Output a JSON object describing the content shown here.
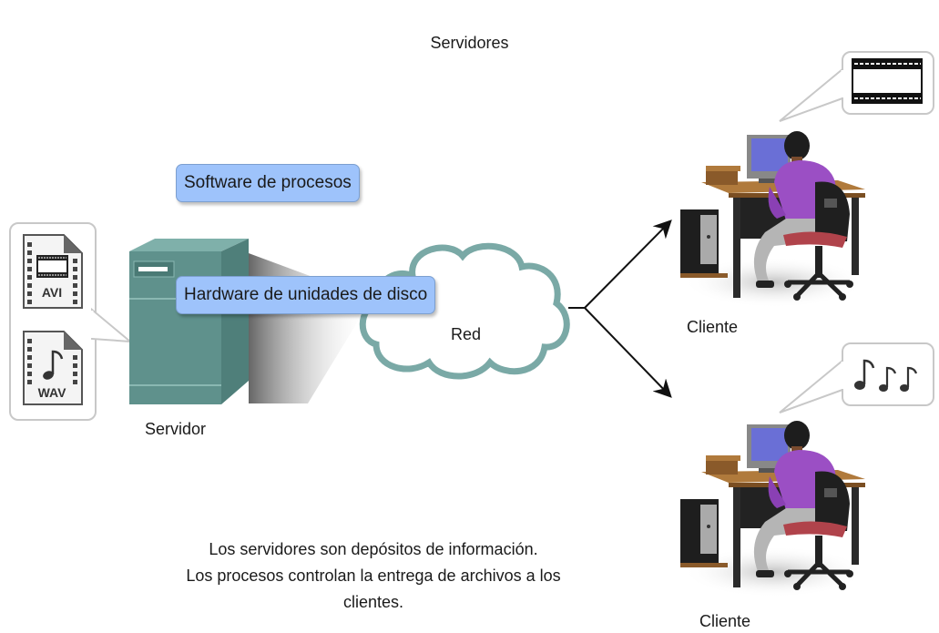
{
  "title": "Servidores",
  "server": {
    "label": "Servidor",
    "software_tag": "Software de procesos",
    "hardware_tag": "Hardware de unidades de disco",
    "files": [
      {
        "type": "AVI",
        "icon": "video-file-icon"
      },
      {
        "type": "WAV",
        "icon": "audio-file-icon"
      }
    ]
  },
  "network": {
    "label": "Red"
  },
  "clients": [
    {
      "label": "Cliente",
      "bubble_icon": "film-strip-icon"
    },
    {
      "label": "Cliente",
      "bubble_icon": "music-notes-icon"
    }
  ],
  "caption": {
    "line1": "Los servidores son depósitos de información.",
    "line2": "Los procesos controlan la entrega de archivos a los",
    "line3": "clientes."
  },
  "colors": {
    "tag_fill": "#9ec3fb",
    "server_teal": "#5f918c",
    "cloud_stroke": "#7aa9a6",
    "shirt_purple": "#9b4fc4",
    "monitor_blue": "#6a6fd6"
  }
}
